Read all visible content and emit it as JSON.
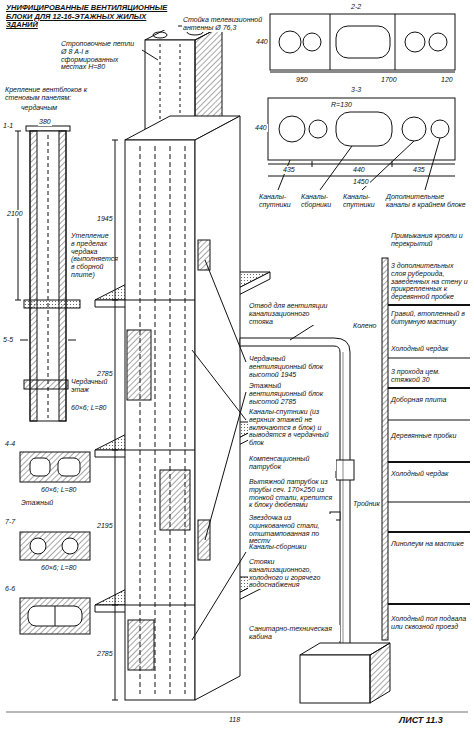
{
  "diagram": {
    "title": "УНИФИЦИРОВАННЫЕ ВЕНТИЛЯЦИОННЫЕ БЛОКИ ДЛЯ 12-16-ЭТАЖНЫХ ЖИЛЫХ ЗДАНИЙ",
    "labels": [
      "Стойка телевизионной антенны Ø 76,3",
      "Строповочные петли Ø 8 А-I в сформированных местах H=80",
      "Крепление вентблоков к стеновым панелям:",
      "чердачным",
      "1-1",
      "2100",
      "380",
      "Утепление в пределах чердака (выполняется в сборной плите)",
      "5-5",
      "Чердачный этаж",
      "60×6; L=80",
      "4-4",
      "60×6; L=80",
      "Этажный",
      "7-7",
      "60×6; L=80",
      "6-6",
      "2-2",
      "440",
      "120",
      "950",
      "1700",
      "3-3",
      "R=130",
      "440",
      "435",
      "440",
      "435",
      "1450",
      "Каналы-спутники",
      "Каналы-сборники",
      "Каналы-спутники",
      "Дополнительные каналы в крайнем блоке",
      "Примыкания кровли и перекрытий",
      "Отвод для вентиляции канализационного стояка",
      "Колено",
      "Чердачный вентиляционный блок высотой 1945",
      "Этажный вентиляционный блок высотой 2785",
      "Каналы-спутники (из верхних этажей не включаются в блок) и выводятся в чердачный блок",
      "Компенсационный патрубок",
      "Вытяжной патрубок из трубы сеч. 170×250 из тонкой стали, крепится к блоку дюбелями",
      "Тройник",
      "Звездочка из оцинкованной стали, отштампованная по месту",
      "Каналы-сборники",
      "Стояки канализационного, холодного и горячего водоснабжения",
      "Санитарно-техническая кабина",
      "1945",
      "2785",
      "2195",
      "2785",
      "3 дополнительных слоя рубероида, заведенных на стену и прикрепленных к деревянной пробке",
      "Гравий, втопленный в битумную мастику",
      "Холодный чердак",
      "3 прохода цем. стяжкой 30",
      "Доборная плита",
      "Деревянные пробки",
      "Холодный чердак",
      "Линолеум на мастике",
      "Холодный пол подвала или сквозной проезд",
      "118",
      "ЛИСТ 11.3"
    ]
  }
}
